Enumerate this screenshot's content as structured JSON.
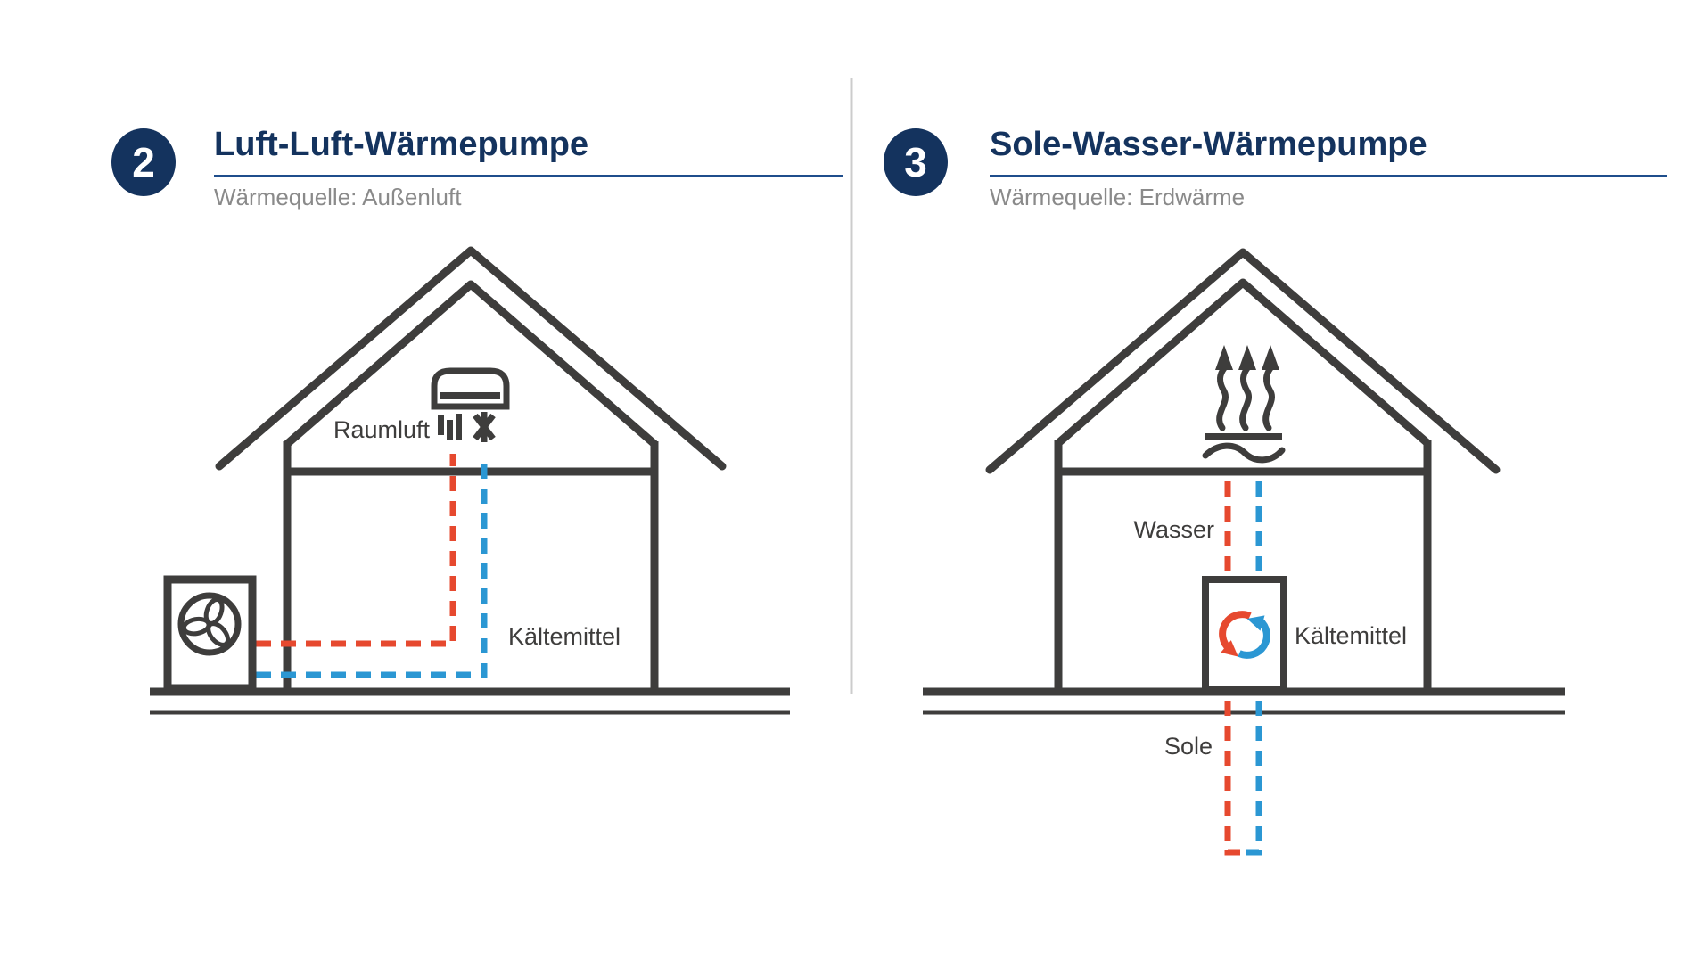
{
  "colors": {
    "navy": "#14335e",
    "red": "#e6492f",
    "blue": "#2b97d3",
    "dark": "#3e3d3c",
    "gray": "#8a8a8a",
    "underline": "#1f4e8c",
    "divider": "#cccccc"
  },
  "panels": {
    "left": {
      "badge": "2",
      "title": "Luft-Luft-Wärmepumpe",
      "subtitle": "Wärmequelle: Außenluft",
      "labels": {
        "room_air": "Raumluft",
        "refrigerant": "Kältemittel"
      },
      "icons": [
        "outdoor-fan-unit-icon",
        "indoor-unit-icon",
        "airflow-bars-icon",
        "snowflake-icon"
      ]
    },
    "right": {
      "badge": "3",
      "title": "Sole-Wasser-Wärmepumpe",
      "subtitle": "Wärmequelle: Erdwärme",
      "labels": {
        "water": "Wasser",
        "refrigerant": "Kältemittel",
        "brine": "Sole"
      },
      "icons": [
        "heat-rise-arrows-icon",
        "underfloor-heating-icon",
        "refrigerant-cycle-icon"
      ]
    }
  }
}
